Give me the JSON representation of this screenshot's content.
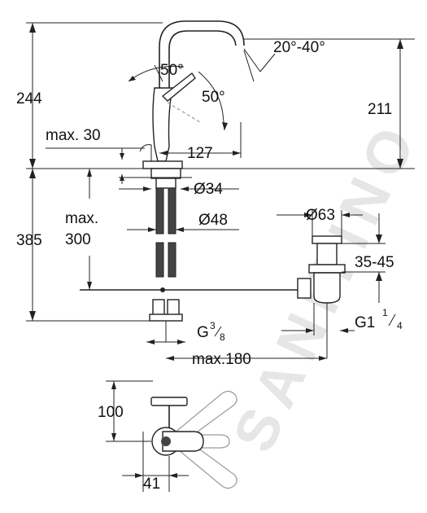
{
  "watermark": "SANITINO",
  "dimensions": {
    "total_height_upper": "244",
    "angle_range": "20°-40°",
    "angle_lever_a": "50°",
    "angle_lever_b": "50°",
    "spout_height": "211",
    "max_30": "max. 30",
    "reach_127": "127",
    "diameter_34": "Ø34",
    "diameter_48": "Ø48",
    "max_300_line1": "max.",
    "max_300_line2": "300",
    "total_height_lower": "385",
    "diameter_63": "Ø63",
    "range_35_45": "35-45",
    "thread_g38_base": "G",
    "thread_g38_num": "3",
    "thread_g38_den": "8",
    "thread_g114_base": "G1",
    "thread_g114_num": "1",
    "thread_g114_den": "4",
    "max_180": "max.180",
    "top_view_100": "100",
    "top_view_41": "41"
  }
}
